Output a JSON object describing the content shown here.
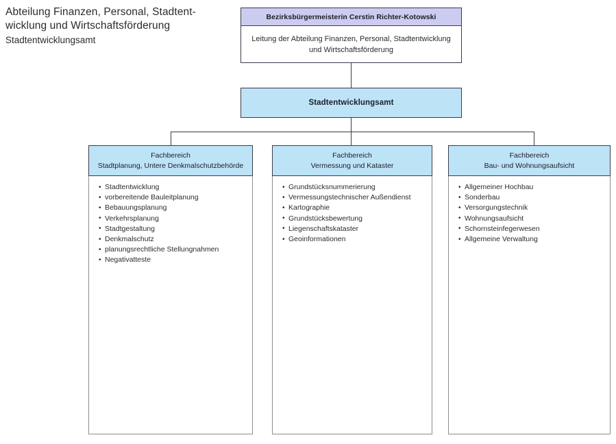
{
  "page": {
    "title_line_1": "Abteilung Finanzen, Personal, Stadtent-",
    "title_line_2": "wicklung und Wirtschaftsförderung",
    "subtitle": "Stadtentwicklungsamt"
  },
  "colors": {
    "head_band": "#ccccf0",
    "box_blue": "#bde3f7",
    "border_dark": "#3a3a4a",
    "border_light": "#8d8d8d",
    "text": "#2b2b2b"
  },
  "head": {
    "name": "Bezirksbürgermeisterin Cerstin Richter-Kotowski",
    "role": "Leitung der Abteilung Finanzen, Personal, Stadtentwicklung und Wirtschaftsförderung"
  },
  "office": {
    "label": "Stadtentwicklungsamt"
  },
  "departments": [
    {
      "header_line_1": "Fachbereich",
      "header_line_2": "Stadtplanung, Untere Denkmalschutzbehörde",
      "items": [
        "Stadtentwicklung",
        "vorbereitende Bauleitplanung",
        "Bebauungsplanung",
        "Verkehrsplanung",
        "Stadtgestaltung",
        "Denkmalschutz",
        "planungsrechtliche Stellungnahmen",
        "Negativatteste"
      ]
    },
    {
      "header_line_1": "Fachbereich",
      "header_line_2": "Vermessung und Kataster",
      "items": [
        "Grundstücksnummerierung",
        "Vermessungstechnischer Außendienst",
        "Kartographie",
        "Grundstücksbewertung",
        "Liegenschaftskataster",
        "Geoinformationen"
      ]
    },
    {
      "header_line_1": "Fachbereich",
      "header_line_2": "Bau- und Wohnungsaufsicht",
      "items": [
        "Allgemeiner Hochbau",
        "Sonderbau",
        "Versorgungstechnik",
        "Wohnungsaufsicht",
        "Schornsteinfegerwesen",
        "Allgemeine Verwaltung"
      ]
    }
  ]
}
